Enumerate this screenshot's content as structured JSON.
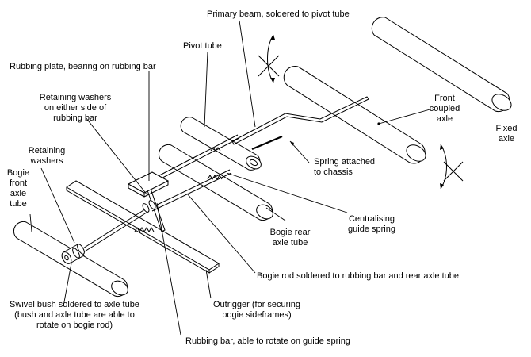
{
  "labels": {
    "primary_beam": "Primary beam, soldered to pivot tube",
    "pivot_tube": "Pivot tube",
    "rubbing_plate": "Rubbing plate, bearing on rubbing bar",
    "retaining_washers_bar": "Retaining washers\non either side of\nrubbing bar",
    "front_coupled_axle": "Front\ncoupled\naxle",
    "fixed_axle": "Fixed\naxle",
    "retaining_washers": "Retaining\nwashers",
    "spring_attached": "Spring attached\nto chassis",
    "bogie_front_axle_tube": "Bogie\nfront\naxle\ntube",
    "centralising_spring": "Centralising\nguide spring",
    "bogie_rear_axle_tube": "Bogie rear\naxle tube",
    "bogie_rod": "Bogie rod soldered to rubbing bar and rear axle tube",
    "swivel_bush": "Swivel bush soldered to axle tube\n(bush and axle tube are able to\nrotate on bogie rod)",
    "outrigger": "Outrigger (for securing\nbogie sideframes)",
    "rubbing_bar": "Rubbing bar, able to rotate on guide spring"
  }
}
